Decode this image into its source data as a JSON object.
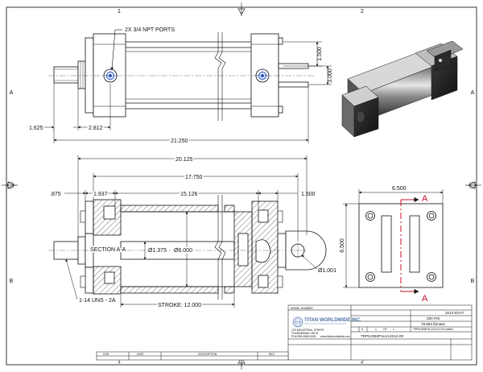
{
  "sheet": {
    "zones_top": [
      "1",
      "2"
    ],
    "zones_side": [
      "A",
      "B"
    ]
  },
  "top_view": {
    "ports_note": "2X 3/4 NPT PORTS",
    "dim_1_500": "1.500",
    "dim_3_000": "3.000",
    "dim_1_625": "1.625",
    "dim_2_812": "2.812",
    "dim_21_250": "21.250"
  },
  "section_view": {
    "dim_20_125": "20.125",
    "dim_17_750": "17.750",
    "dim_875": ".875",
    "dim_1_937": "1.937",
    "dim_15_126": "15.126",
    "dim_1_500": "1.500",
    "section_label": "SECTION A-A",
    "rod_dia": "Ø1.375",
    "bore_dia": "Ø6.000",
    "pin_dia": "Ø1.001",
    "thread_note": "1-14 UNS - 2A",
    "stroke_note": "STROKE: 12.000"
  },
  "end_view": {
    "dim_6_500_w": "6.500",
    "dim_6_500_h": "6.500",
    "section_marker": "A"
  },
  "title_block": {
    "model_number_label": "MODEL NUMBER",
    "company": "TITAN WORLDWIDE INC.",
    "date": "2013-03-07",
    "pressure": "250 PSI",
    "weight": "78.884 lbmass",
    "part_number": "TRP6.00MP1LU14X12.00",
    "file_name": "TRP6.00MP1LU14X12.00.slddrw",
    "size": "A",
    "sheet_label": "1",
    "of_label": "OF",
    "sheet_total": "1",
    "address_line1": "123 INDUSTRIAL STREET",
    "address_line2": "THUNDERBAY, MICH.",
    "phone": "PH# 555-5555-0000",
    "web": "www.titanworldwide.com",
    "rev_cols": [
      "CHG",
      "DATE",
      "DESCRIPTION",
      "REV"
    ]
  }
}
